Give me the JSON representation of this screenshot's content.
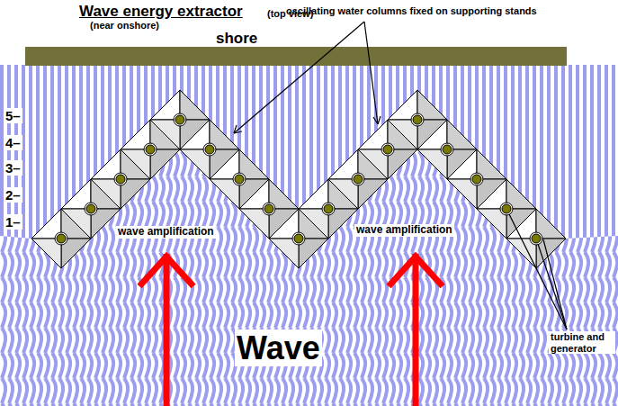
{
  "diagram": {
    "title": "Wave energy extractor",
    "labels": [
      "(top view)",
      "(near onshore)",
      "oscillating water columns fixed on supporting stands",
      "shore",
      "5–",
      "4–",
      "3–",
      "2–",
      "1–",
      "wave amplification",
      "wave amplification",
      "Wave",
      "turbine and generator"
    ]
  }
}
